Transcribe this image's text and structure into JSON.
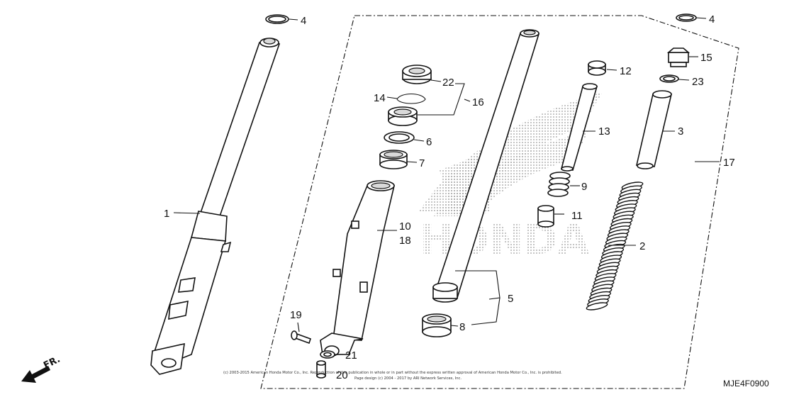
{
  "callouts": [
    {
      "id": "c4a",
      "text": "4"
    },
    {
      "id": "c1",
      "text": "1"
    },
    {
      "id": "c22",
      "text": "22"
    },
    {
      "id": "c14",
      "text": "14"
    },
    {
      "id": "c16",
      "text": "16"
    },
    {
      "id": "c6",
      "text": "6"
    },
    {
      "id": "c7",
      "text": "7"
    },
    {
      "id": "c10",
      "text": "10"
    },
    {
      "id": "c18",
      "text": "18"
    },
    {
      "id": "c19",
      "text": "19"
    },
    {
      "id": "c21",
      "text": "21"
    },
    {
      "id": "c20",
      "text": "20"
    },
    {
      "id": "c5",
      "text": "5"
    },
    {
      "id": "c8",
      "text": "8"
    },
    {
      "id": "c12",
      "text": "12"
    },
    {
      "id": "c13",
      "text": "13"
    },
    {
      "id": "c9",
      "text": "9"
    },
    {
      "id": "c11",
      "text": "11"
    },
    {
      "id": "c4b",
      "text": "4"
    },
    {
      "id": "c15",
      "text": "15"
    },
    {
      "id": "c23",
      "text": "23"
    },
    {
      "id": "c3",
      "text": "3"
    },
    {
      "id": "c17",
      "text": "17"
    },
    {
      "id": "c2",
      "text": "2"
    }
  ],
  "watermark_text": "HONDA",
  "direction_label": "FR.",
  "diagram_code": "MJE4F0900",
  "copyright_line1": "(c) 2003-2015 American Honda Motor Co., Inc. Reproduction of this publication in whole or in part without the express written approval of American Honda Motor Co., Inc. is prohibited.",
  "copyright_line2": "Page design (c) 2004 - 2017 by ARI Network Services, Inc.",
  "colors": {
    "ink": "#111111",
    "watermark": "#c8c8c8",
    "background": "#ffffff"
  }
}
